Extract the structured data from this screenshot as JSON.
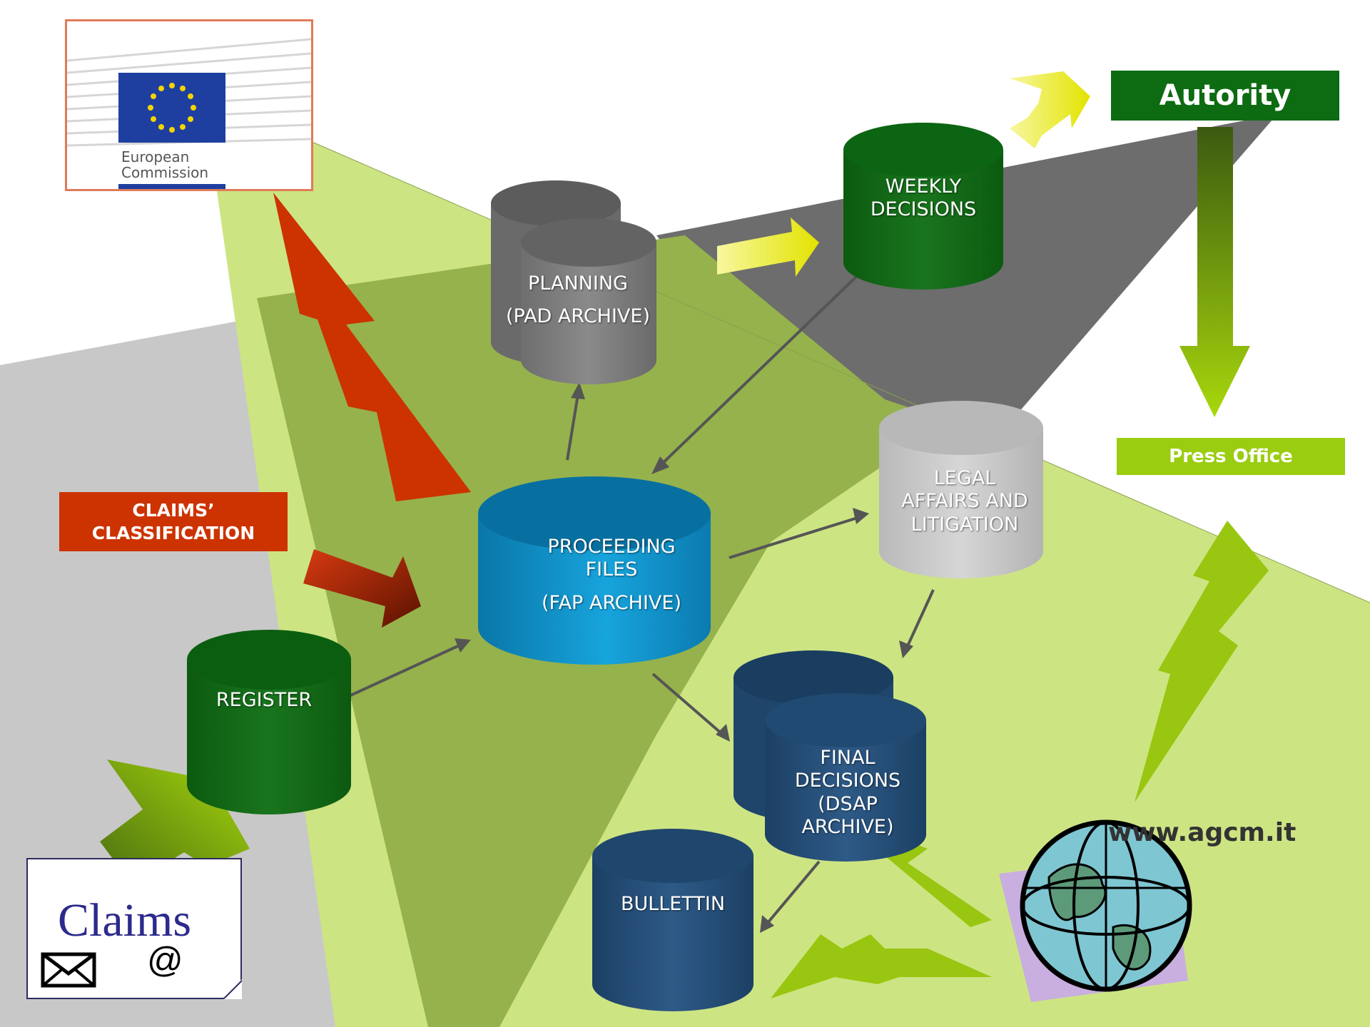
{
  "boxes": {
    "autority": "Autority",
    "press_office": "Press Office",
    "claims_classification_line1": "CLAIMS’",
    "claims_classification_line2": "CLASSIFICATION",
    "website": "www.agcm.it"
  },
  "databases": {
    "weekly": [
      "WEEKLY",
      "DECISIONS"
    ],
    "planning": [
      "PLANNING",
      "(PAD ARCHIVE)"
    ],
    "legal": [
      "LEGAL",
      "AFFAIRS AND",
      "LITIGATION"
    ],
    "proceeding": [
      "PROCEEDING",
      "FILES",
      "(FAP ARCHIVE)"
    ],
    "register": "REGISTER",
    "final": [
      "FINAL",
      "DECISIONS",
      "(DSAP",
      "ARCHIVE)"
    ],
    "bullettin": "BULLETTIN"
  },
  "logo": {
    "line1": "European",
    "line2": "Commission"
  },
  "claims_card": {
    "title": "Claims",
    "at": "@"
  },
  "colors": {
    "dark_green": "#0d6b12",
    "light_green": "#9acd10",
    "red": "#cc3300",
    "blue": "#0796cf",
    "navy": "#234a70",
    "gray": "#6a6a6a",
    "light_gray": "#bdbdbd"
  },
  "icons": {
    "envelope": "envelope-icon",
    "globe": "globe-icon"
  }
}
